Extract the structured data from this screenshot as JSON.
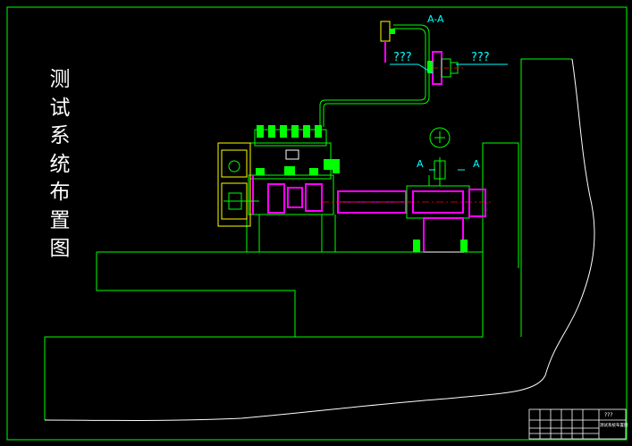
{
  "title_chars": [
    "测",
    "试",
    "系",
    "统",
    "布",
    "置",
    "图"
  ],
  "section_label": "A-A",
  "section_marks": [
    "A",
    "A"
  ],
  "callouts": [
    "???",
    "???"
  ],
  "title_block": {
    "top_label": "???",
    "name": "测试系统布置图"
  },
  "colors": {
    "border": "#00ff00",
    "accent": "#ff00ff",
    "callout": "#00ffff",
    "note": "#ffff00",
    "outline": "#ffffff",
    "section": "#00ffff"
  }
}
